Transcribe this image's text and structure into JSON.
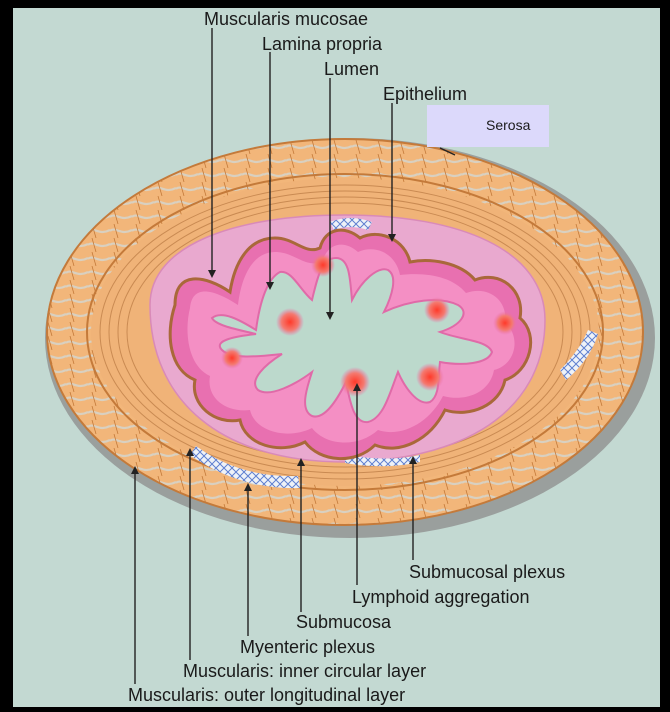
{
  "diagram": {
    "labels": {
      "muscularis_mucosae": "Muscularis mucosae",
      "lamina_propria": "Lamina propria",
      "lumen": "Lumen",
      "epithelium": "Epithelium",
      "serosa": "Serosa",
      "submucosal_plexus": "Submucosal plexus",
      "lymphoid_aggregation": "Lymphoid aggregation",
      "submucosa": "Submucosa",
      "myenteric_plexus": "Myenteric plexus",
      "inner_circular": "Muscularis: inner circular layer",
      "outer_longitudinal": "Muscularis: outer longitudinal layer"
    },
    "colors": {
      "background": "#c3d9d2",
      "serosa_gray": "#9a9f9d",
      "muscle_orange": "#f2b67a",
      "muscle_lines": "#c47a3a",
      "submucosa_pink": "#e9a9cf",
      "mucosa_pink": "#e870b0",
      "lumen_green": "#bcd9cc",
      "lymphoid": "#f0805a",
      "plexus_blue": "#5f7fd0",
      "serosa_box": "#dcd9fb"
    }
  }
}
